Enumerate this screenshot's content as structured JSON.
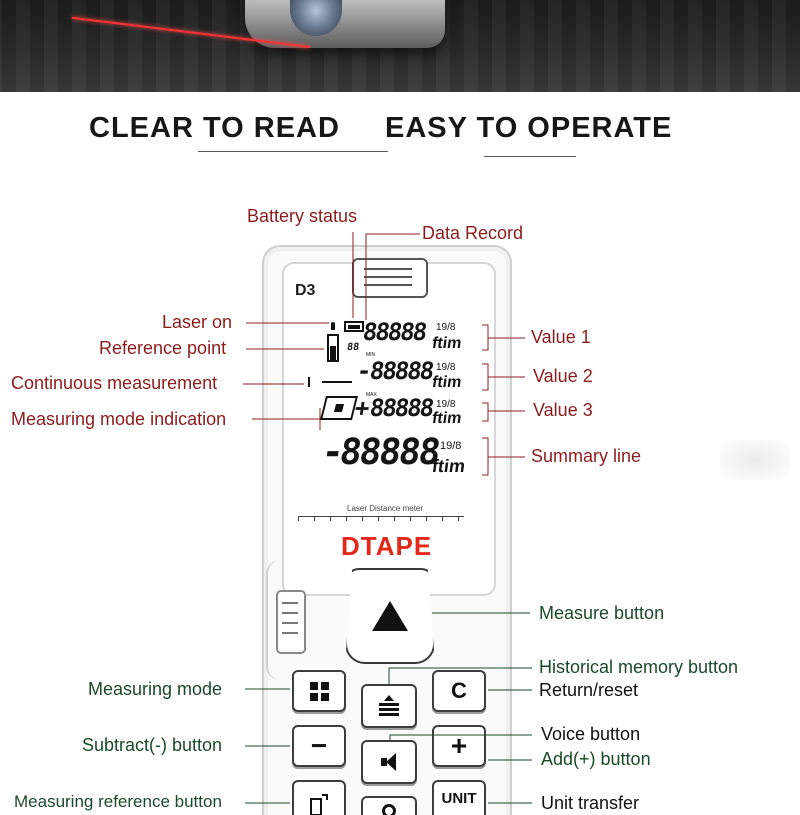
{
  "headline": {
    "left": "CLEAR TO READ",
    "right": "EASY TO OPERATE"
  },
  "device": {
    "model": "D3",
    "brand": "DTAPE",
    "ruler_caption": "Laser Distance meter",
    "lcd": {
      "digits": "88888",
      "unit": "ftim",
      "fraction": "19/8",
      "mini_digits": "88",
      "mini_caption": "MIN",
      "max_caption": "MAX"
    }
  },
  "buttons": {
    "mode_glyph": "grid-icon",
    "clear": "C",
    "minus": "−",
    "plus": "+",
    "unit": "UNIT"
  },
  "callouts_left": {
    "laser_on": "Laser on",
    "reference_point": "Reference point",
    "continuous_measurement": "Continuous measurement",
    "measuring_mode_indication": "Measuring mode indication",
    "measuring_mode": "Measuring mode",
    "subtract_button": "Subtract(-) button",
    "measuring_reference_button": "Measuring reference button"
  },
  "callouts_top": {
    "battery_status": "Battery status",
    "data_record": "Data Record"
  },
  "callouts_right": {
    "value_1": "Value 1",
    "value_2": "Value 2",
    "value_3": "Value 3",
    "summary_line": "Summary line",
    "measure_button": "Measure button",
    "historical_memory_button": "Historical memory button",
    "return_reset": "Return/reset",
    "voice_button": "Voice button",
    "add_button": "Add(+) button",
    "unit_transfer": "Unit transfer"
  },
  "colors": {
    "callout_red": "#8c1c1c",
    "callout_green": "#1b4a2a",
    "brand_red": "#e5281b"
  }
}
